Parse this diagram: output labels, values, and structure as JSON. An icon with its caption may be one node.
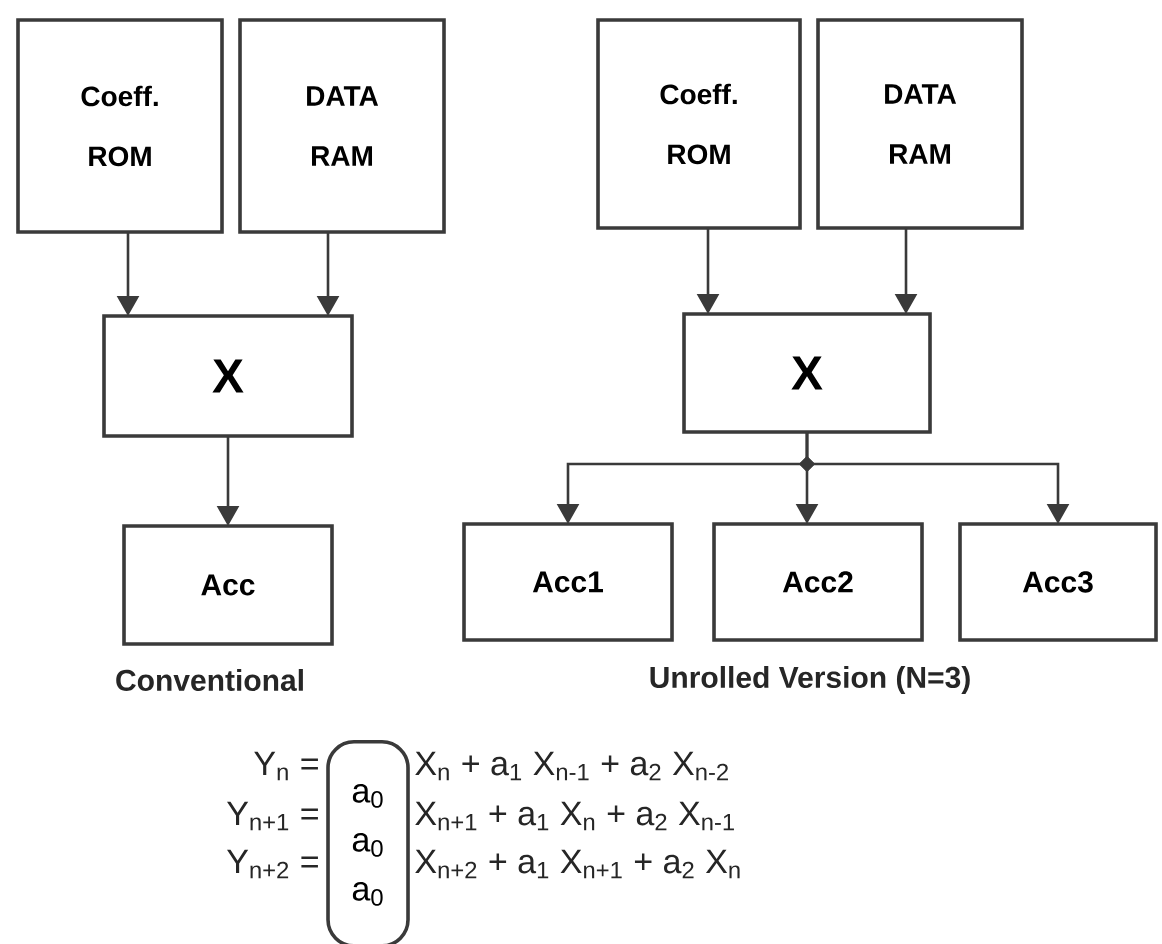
{
  "diagram": {
    "nodes": [
      {
        "text": [
          "Coeff. ROM"
        ]
      },
      {
        "text": [
          "DATA RAM"
        ]
      },
      {
        "text": [
          "X"
        ]
      },
      {
        "text": [
          "Acc"
        ]
      },
      {
        "text": [
          "Coeff. ROM"
        ]
      },
      {
        "text": [
          "DATA RAM"
        ]
      },
      {
        "text": [
          "X"
        ]
      },
      {
        "text": [
          "Acc1"
        ]
      },
      {
        "text": [
          "Acc2"
        ]
      },
      {
        "text": [
          "Acc3"
        ]
      },
      {
        "text": [
          "a$_{0}$",
          "a$_{0}$",
          "a$_{0}$"
        ]
      }
    ],
    "edges": [
      {
        "from": 0,
        "to": 2,
        "arrow": "to"
      },
      {
        "from": 1,
        "to": 2,
        "arrow": "to"
      },
      {
        "from": 2,
        "to": 3,
        "arrow": "to"
      },
      {
        "from": 4,
        "to": 6,
        "arrow": "to"
      },
      {
        "from": 5,
        "to": 6,
        "arrow": "to"
      },
      {
        "from": 6,
        "to": 7,
        "arrow": "to"
      },
      {
        "from": 6,
        "to": 8,
        "arrow": "to"
      },
      {
        "from": 6,
        "to": 9,
        "arrow": "to"
      }
    ],
    "labels": [
      "Conventional",
      "Unrolled Version (N=3)",
      "Y$_{n}$ =",
      "X$_{n}$ + a$_{1}$ X$_{n-1}$ + a$_{2}$ X$_{n-2}$",
      "Y$_{n+1}$ =",
      "X$_{n+1}$ + a$_{1}$ X$_{n}$ + a$_{2}$ X$_{n-1}$",
      "Y$_{n+2}$ =",
      "X$_{n+2}$ + a$_{1}$ X$_{n+1}$ + a$_{2}$ X$_{n}$"
    ]
  }
}
